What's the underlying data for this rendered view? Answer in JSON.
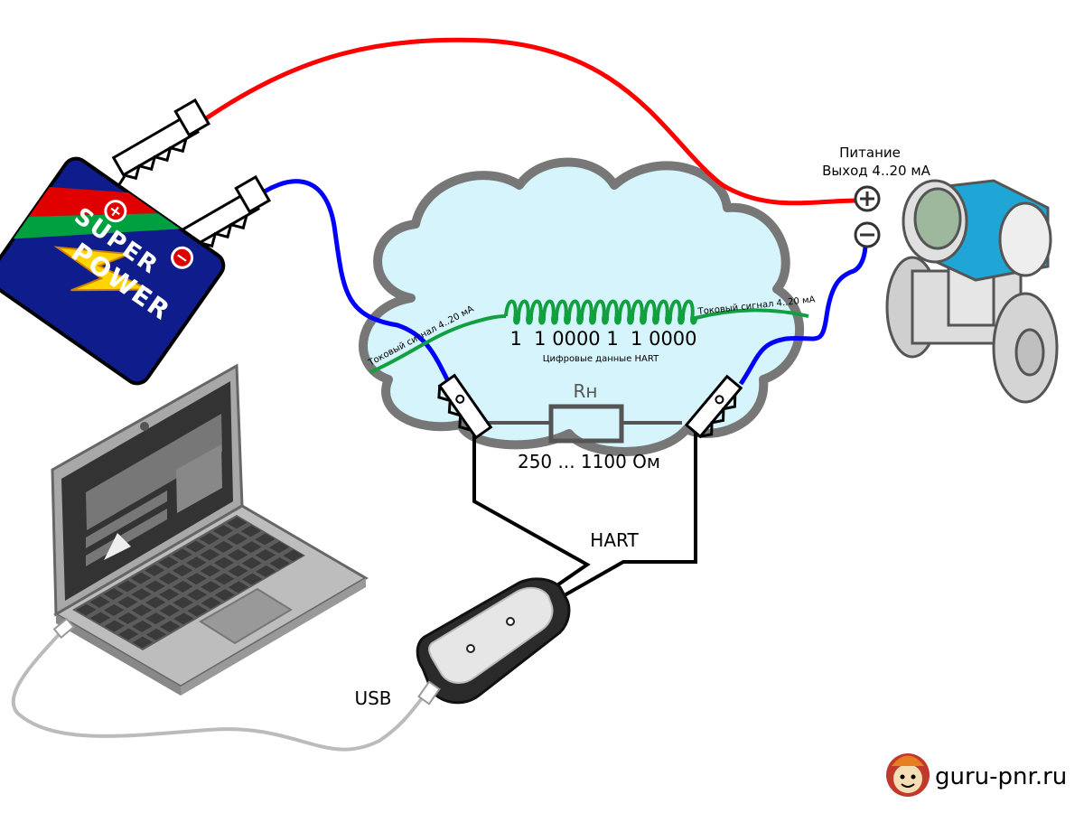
{
  "battery": {
    "brand_line1": "SUPER",
    "brand_line2": "POWER"
  },
  "labels": {
    "power_line1": "Питание",
    "power_line2": "Выход 4..20 мА",
    "signal_left": "Токовый сигнал 4..20 мА",
    "signal_right": "Токовый сигнал 4..20 мА",
    "bits": "1  1 0000 1  1 0000",
    "digital_data": "Цифровые данные HART",
    "resistor": "Rн",
    "resistor_range": "250 ... 1100 Ом",
    "hart": "HART",
    "usb": "USB",
    "watermark": "guru-pnr.ru"
  },
  "colors": {
    "positive_wire": "#ff0000",
    "negative_wire": "#0000ff",
    "signal": "#10a040",
    "cloud_fill": "#d6f4fb",
    "cloud_stroke": "#777777",
    "transmitter_accent": "#1fa6d6",
    "battery_body": "#0f1d8c"
  }
}
